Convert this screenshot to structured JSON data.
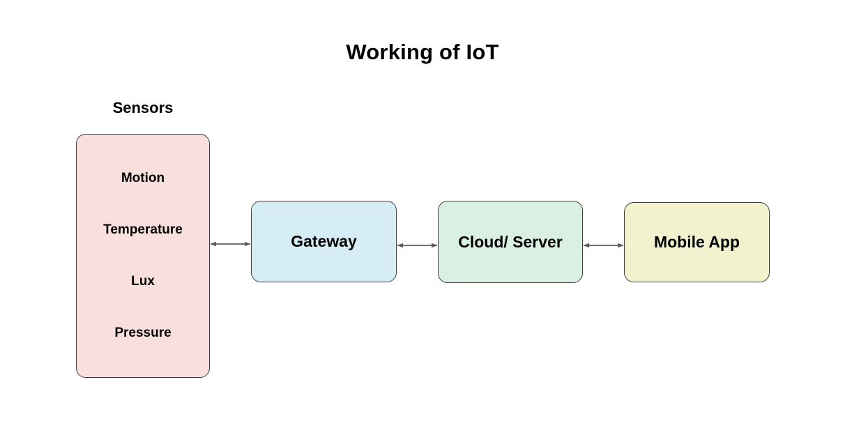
{
  "diagram": {
    "title": "Working of IoT",
    "type": "flow-diagram",
    "background_color": "#ffffff",
    "group_label": "Sensors",
    "nodes": [
      {
        "id": "sensors",
        "label": "Sensors",
        "fill_color": "#fae0dc",
        "border_color": "#3d3d3d",
        "items": [
          {
            "label": "Motion"
          },
          {
            "label": "Temperature"
          },
          {
            "label": "Lux"
          },
          {
            "label": "Pressure"
          }
        ]
      },
      {
        "id": "gateway",
        "label": "Gateway",
        "fill_color": "#d6edf5",
        "border_color": "#3d3d3d"
      },
      {
        "id": "cloud",
        "label": "Cloud/ Server",
        "fill_color": "#d9f0e3",
        "border_color": "#3d3d3d"
      },
      {
        "id": "mobile",
        "label": "Mobile App",
        "fill_color": "#f2f2ce",
        "border_color": "#3d3d3d"
      }
    ],
    "connectors": [
      {
        "from": "sensors",
        "to": "gateway",
        "direction": "bidirectional",
        "color": "#5a5a5a"
      },
      {
        "from": "gateway",
        "to": "cloud",
        "direction": "bidirectional",
        "color": "#5a5a5a"
      },
      {
        "from": "cloud",
        "to": "mobile",
        "direction": "bidirectional",
        "color": "#5a5a5a"
      }
    ]
  }
}
